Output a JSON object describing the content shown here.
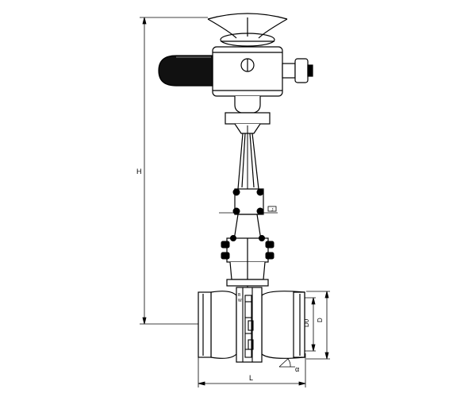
{
  "dimensions": {
    "height_label": "H",
    "length_label": "L",
    "bore_label": "D0",
    "outer_diameter_label": "D",
    "bevel_angle_label": "α"
  },
  "stem_marker_label": "J",
  "seat_marks": [
    "B",
    "W"
  ]
}
